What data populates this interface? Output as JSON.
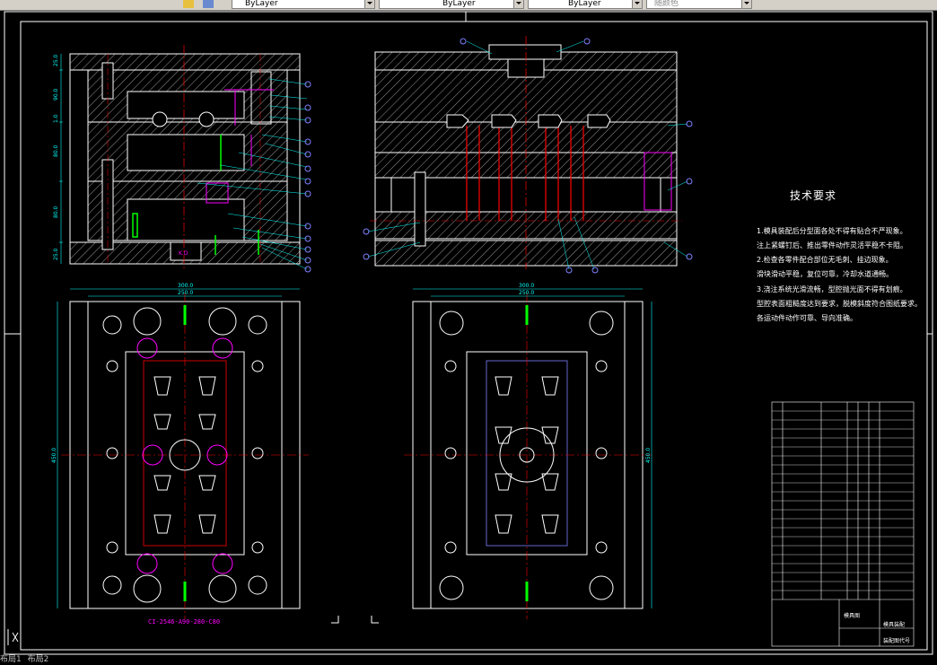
{
  "toolbar": {
    "layer_value": "ByLayer",
    "linetype_value": "ByLayer",
    "lineweight_value": "ByLayer",
    "color_value": "随颜色"
  },
  "drawing": {
    "dims_left_plan": {
      "top_outer": "300.0",
      "top_inner": "250.0",
      "side": "450.0"
    },
    "dims_right_plan": {
      "top_outer": "300.0",
      "top_inner": "250.0",
      "side": "450.0"
    },
    "left_section_dims": [
      "25.0",
      "90.0",
      "1.0",
      "80.0",
      "80.0",
      "25.0"
    ],
    "part_number": "CI-2546-A90-280-C80",
    "label_kd": "K.D"
  },
  "tech_requirements": {
    "title": "技术要求",
    "lines": [
      "1.模具装配后分型面各处不得有贴合不严现象。",
      "注上紧螺钉后、推出零件动作灵活平稳不卡阻。",
      "2.检查各零件配合部位无毛刺、挂边现象。",
      "滑块滑动平稳，复位可靠，冷却水道通畅。",
      "3.浇注系统光滑流畅，型腔抛光面不得有划痕。",
      "型腔表面粗糙度达到要求，脱模斜度符合图纸要求。",
      "各运动件动作可靠、导向准确。"
    ]
  },
  "title_block": {
    "company": "模具图",
    "drawing_name": "模具装配",
    "drawing_no": "装配图代号"
  },
  "layout_tabs": [
    "布局1",
    "布局2"
  ],
  "colors": {
    "background": "#000000",
    "geometry": "#ffffff",
    "center": "#ff0000",
    "dimension": "#00ffff",
    "balloon": "#8080ff",
    "leader": "#00ffff",
    "accent": "#ff00ff",
    "green": "#00ff00",
    "yellow": "#ffff00"
  }
}
